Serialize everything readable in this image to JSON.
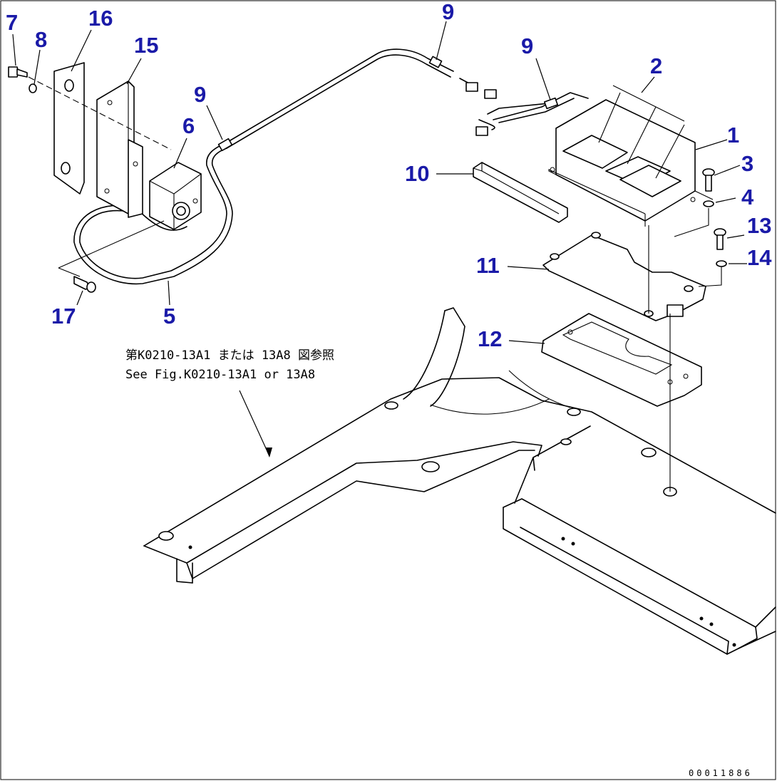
{
  "callouts": [
    {
      "id": "c1",
      "text": "1"
    },
    {
      "id": "c2",
      "text": "2"
    },
    {
      "id": "c3",
      "text": "3"
    },
    {
      "id": "c4",
      "text": "4"
    },
    {
      "id": "c5",
      "text": "5"
    },
    {
      "id": "c6",
      "text": "6"
    },
    {
      "id": "c7",
      "text": "7"
    },
    {
      "id": "c8",
      "text": "8"
    },
    {
      "id": "c9a",
      "text": "9"
    },
    {
      "id": "c9b",
      "text": "9"
    },
    {
      "id": "c9c",
      "text": "9"
    },
    {
      "id": "c10",
      "text": "10"
    },
    {
      "id": "c11",
      "text": "11"
    },
    {
      "id": "c12",
      "text": "12"
    },
    {
      "id": "c13",
      "text": "13"
    },
    {
      "id": "c14",
      "text": "14"
    },
    {
      "id": "c15",
      "text": "15"
    },
    {
      "id": "c16",
      "text": "16"
    },
    {
      "id": "c17",
      "text": "17"
    }
  ],
  "reference_note": {
    "line1": "第K0210-13A1 または 13A8 図参照",
    "line2": "See Fig.K0210-13A1 or 13A8"
  },
  "drawing_code": "00011886"
}
